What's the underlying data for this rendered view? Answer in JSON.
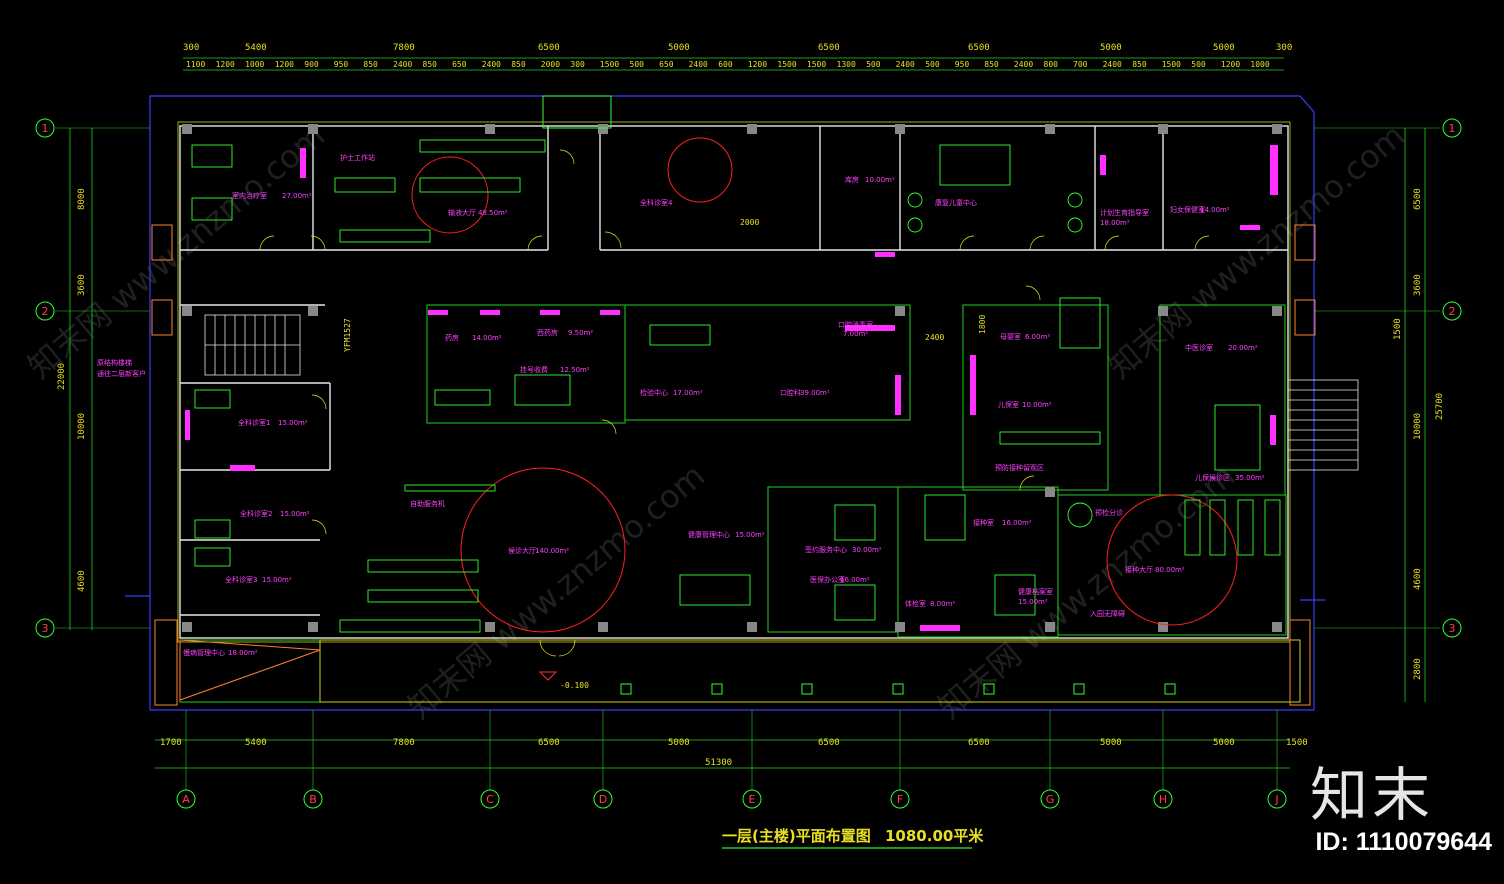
{
  "title": "一层(主楼)平面布置图",
  "area": "1080.00平米",
  "brand": "知末",
  "id_tag": "ID: 1110079644",
  "watermark": "知末网 www.znzmo.com",
  "dims_top_major": [
    "300",
    "5400",
    "7800",
    "6500",
    "5000",
    "6500",
    "6500",
    "5000",
    "5000",
    "300"
  ],
  "dims_top_minor": [
    "1100",
    "1200",
    "1000",
    "1200",
    "900",
    "950",
    "850",
    "2400",
    "850",
    "650",
    "2400",
    "850",
    "2000",
    "300",
    "1500",
    "500",
    "650",
    "2400",
    "600",
    "1200",
    "1500",
    "1500",
    "1300",
    "500",
    "2400",
    "500",
    "950",
    "850",
    "2400",
    "800",
    "700",
    "2400",
    "850",
    "1500",
    "500",
    "1200",
    "1000"
  ],
  "dims_bottom": [
    "1700",
    "5400",
    "7800",
    "6500",
    "5000",
    "6500",
    "6500",
    "5000",
    "5000",
    "1500"
  ],
  "dim_total": "51300",
  "dims_left": [
    "8000",
    "3600",
    "10000",
    "4600"
  ],
  "dim_left_total": "22000",
  "dims_right": [
    "6500",
    "3600",
    "1500",
    "10000",
    "4600",
    "2800"
  ],
  "dim_right_total": "25700",
  "axes_cols": [
    "A",
    "B",
    "C",
    "D",
    "E",
    "F",
    "G",
    "H",
    "J"
  ],
  "axes_rows": [
    "1",
    "2",
    "3"
  ],
  "elevation": "-0.100",
  "dim_2400": "2400",
  "dim_2000": "2000",
  "dim_1800": "1800",
  "stair_note": "YFM1527",
  "side_note_1": "原结构楼梯",
  "side_note_2": "通往二层新客户",
  "rooms": [
    {
      "name": "室内治疗室",
      "area": "27.00m²"
    },
    {
      "name": "护士工作站",
      "area": ""
    },
    {
      "name": "输液大厅",
      "area": "48.50m²"
    },
    {
      "name": "全科诊室4",
      "area": ""
    },
    {
      "name": "库房",
      "area": "10.00m²"
    },
    {
      "name": "康复儿童中心",
      "area": ""
    },
    {
      "name": "计划生育指导室",
      "area": "18.00m²"
    },
    {
      "name": "妇女保健室",
      "area": "14.00m²"
    },
    {
      "name": "药房",
      "area": "14.00m²"
    },
    {
      "name": "西药房",
      "area": "9.50m²"
    },
    {
      "name": "挂号收费",
      "area": "12.50m²"
    },
    {
      "name": "检验中心",
      "area": "17.00m²"
    },
    {
      "name": "口腔科",
      "area": "39.00m²"
    },
    {
      "name": "口腔消毒室",
      "area": "7.00m²"
    },
    {
      "name": "全科诊室1",
      "area": "15.00m²"
    },
    {
      "name": "全科诊室2",
      "area": "15.00m²"
    },
    {
      "name": "全科诊室3",
      "area": "15.00m²"
    },
    {
      "name": "健康管理中心",
      "area": "15.00m²"
    },
    {
      "name": "候诊大厅",
      "area": "140.00m²"
    },
    {
      "name": "医保办公室",
      "area": "16.00m²"
    },
    {
      "name": "签约服务中心",
      "area": "30.00m²"
    },
    {
      "name": "健康档案室",
      "area": "15.00m²"
    },
    {
      "name": "预检分诊",
      "area": ""
    },
    {
      "name": "中医诊室",
      "area": "20.00m²"
    },
    {
      "name": "儿保室",
      "area": "10.00m²"
    },
    {
      "name": "接种室",
      "area": "16.00m²"
    },
    {
      "name": "体检室",
      "area": "8.00m²"
    },
    {
      "name": "母婴室",
      "area": "6.00m²"
    },
    {
      "name": "预防接种留观区",
      "area": ""
    },
    {
      "name": "儿保候诊区",
      "area": "35.00m²"
    },
    {
      "name": "接种大厅",
      "area": "80.00m²"
    },
    {
      "name": "慢病管理中心",
      "area": "18.00m²"
    },
    {
      "name": "入园无障碍",
      "area": ""
    },
    {
      "name": "自助服务机",
      "area": ""
    }
  ]
}
